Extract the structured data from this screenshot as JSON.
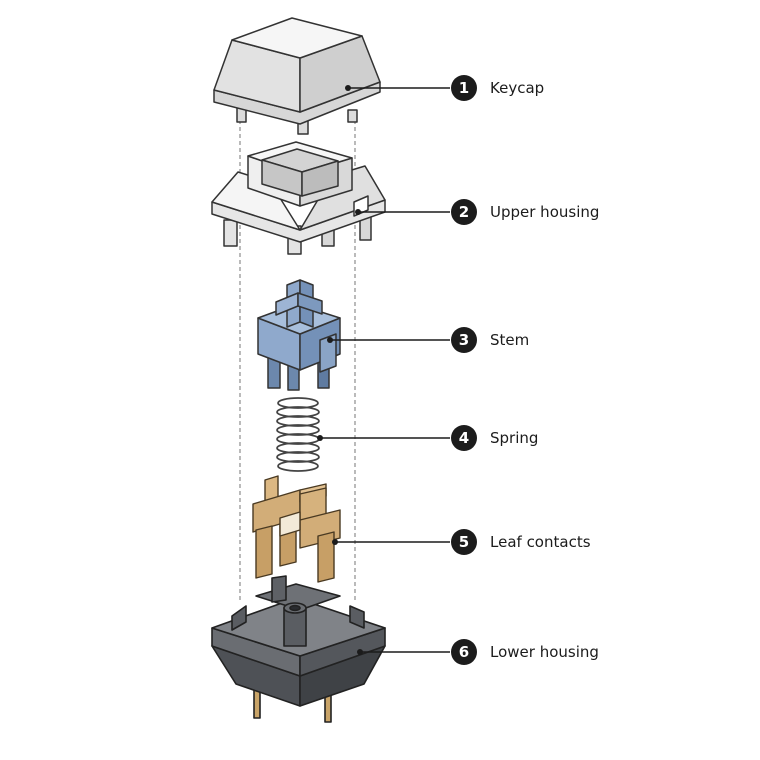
{
  "diagram": {
    "parts": [
      {
        "number": "1",
        "label": "Keycap"
      },
      {
        "number": "2",
        "label": "Upper housing"
      },
      {
        "number": "3",
        "label": "Stem"
      },
      {
        "number": "4",
        "label": "Spring"
      },
      {
        "number": "5",
        "label": "Leaf contacts"
      },
      {
        "number": "6",
        "label": "Lower housing"
      }
    ],
    "colors": {
      "keycap": "#ececec",
      "upper_housing": "#f0f0f0",
      "stem": "#7f9cc2",
      "spring": "#d9d9d9",
      "leaf_contacts": "#d2ad78",
      "lower_housing": "#5a5d62",
      "pins": "#c9a468",
      "badge": "#1c1c1c",
      "outline": "#333333"
    }
  }
}
